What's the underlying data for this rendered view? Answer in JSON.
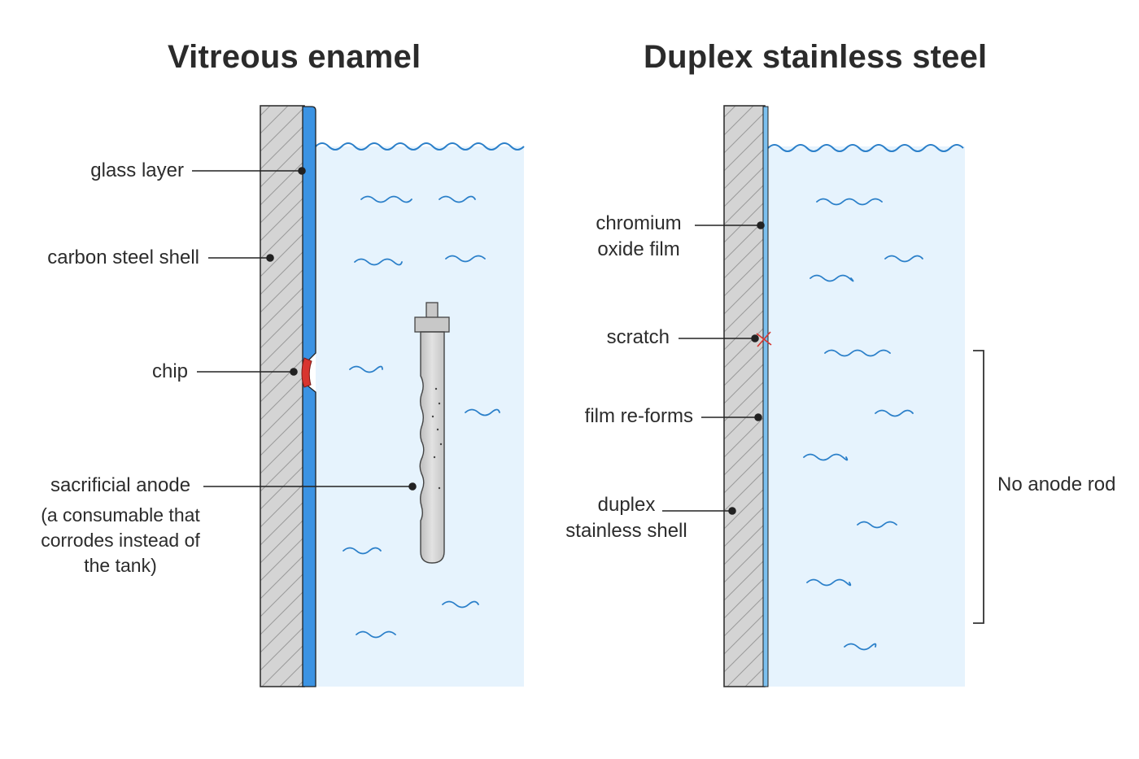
{
  "panels": {
    "enamel": {
      "title": "Vitreous enamel",
      "labels": {
        "glass_layer": "glass layer",
        "carbon_shell": "carbon steel shell",
        "chip": "chip",
        "anode_line1": "sacrificial anode",
        "anode_line2": "(a consumable that",
        "anode_line3": "corrodes instead of",
        "anode_line4": "the tank)"
      }
    },
    "duplex": {
      "title": "Duplex stainless steel",
      "labels": {
        "chromium_line1": "chromium",
        "chromium_line2": "oxide film",
        "scratch": "scratch",
        "film_reforms": "film re-forms",
        "shell_line1": "duplex",
        "shell_line2": "stainless shell",
        "no_anode": "No anode rod"
      }
    }
  },
  "colors": {
    "water": "#e6f3fd",
    "wave": "#2a7fc9",
    "glass": "#3b93e3",
    "oxide_film": "#7cc0ef",
    "steel": "#d4d4d4",
    "chip": "#d8352f",
    "anode": "#d2d2d2",
    "leader": "#222222"
  }
}
